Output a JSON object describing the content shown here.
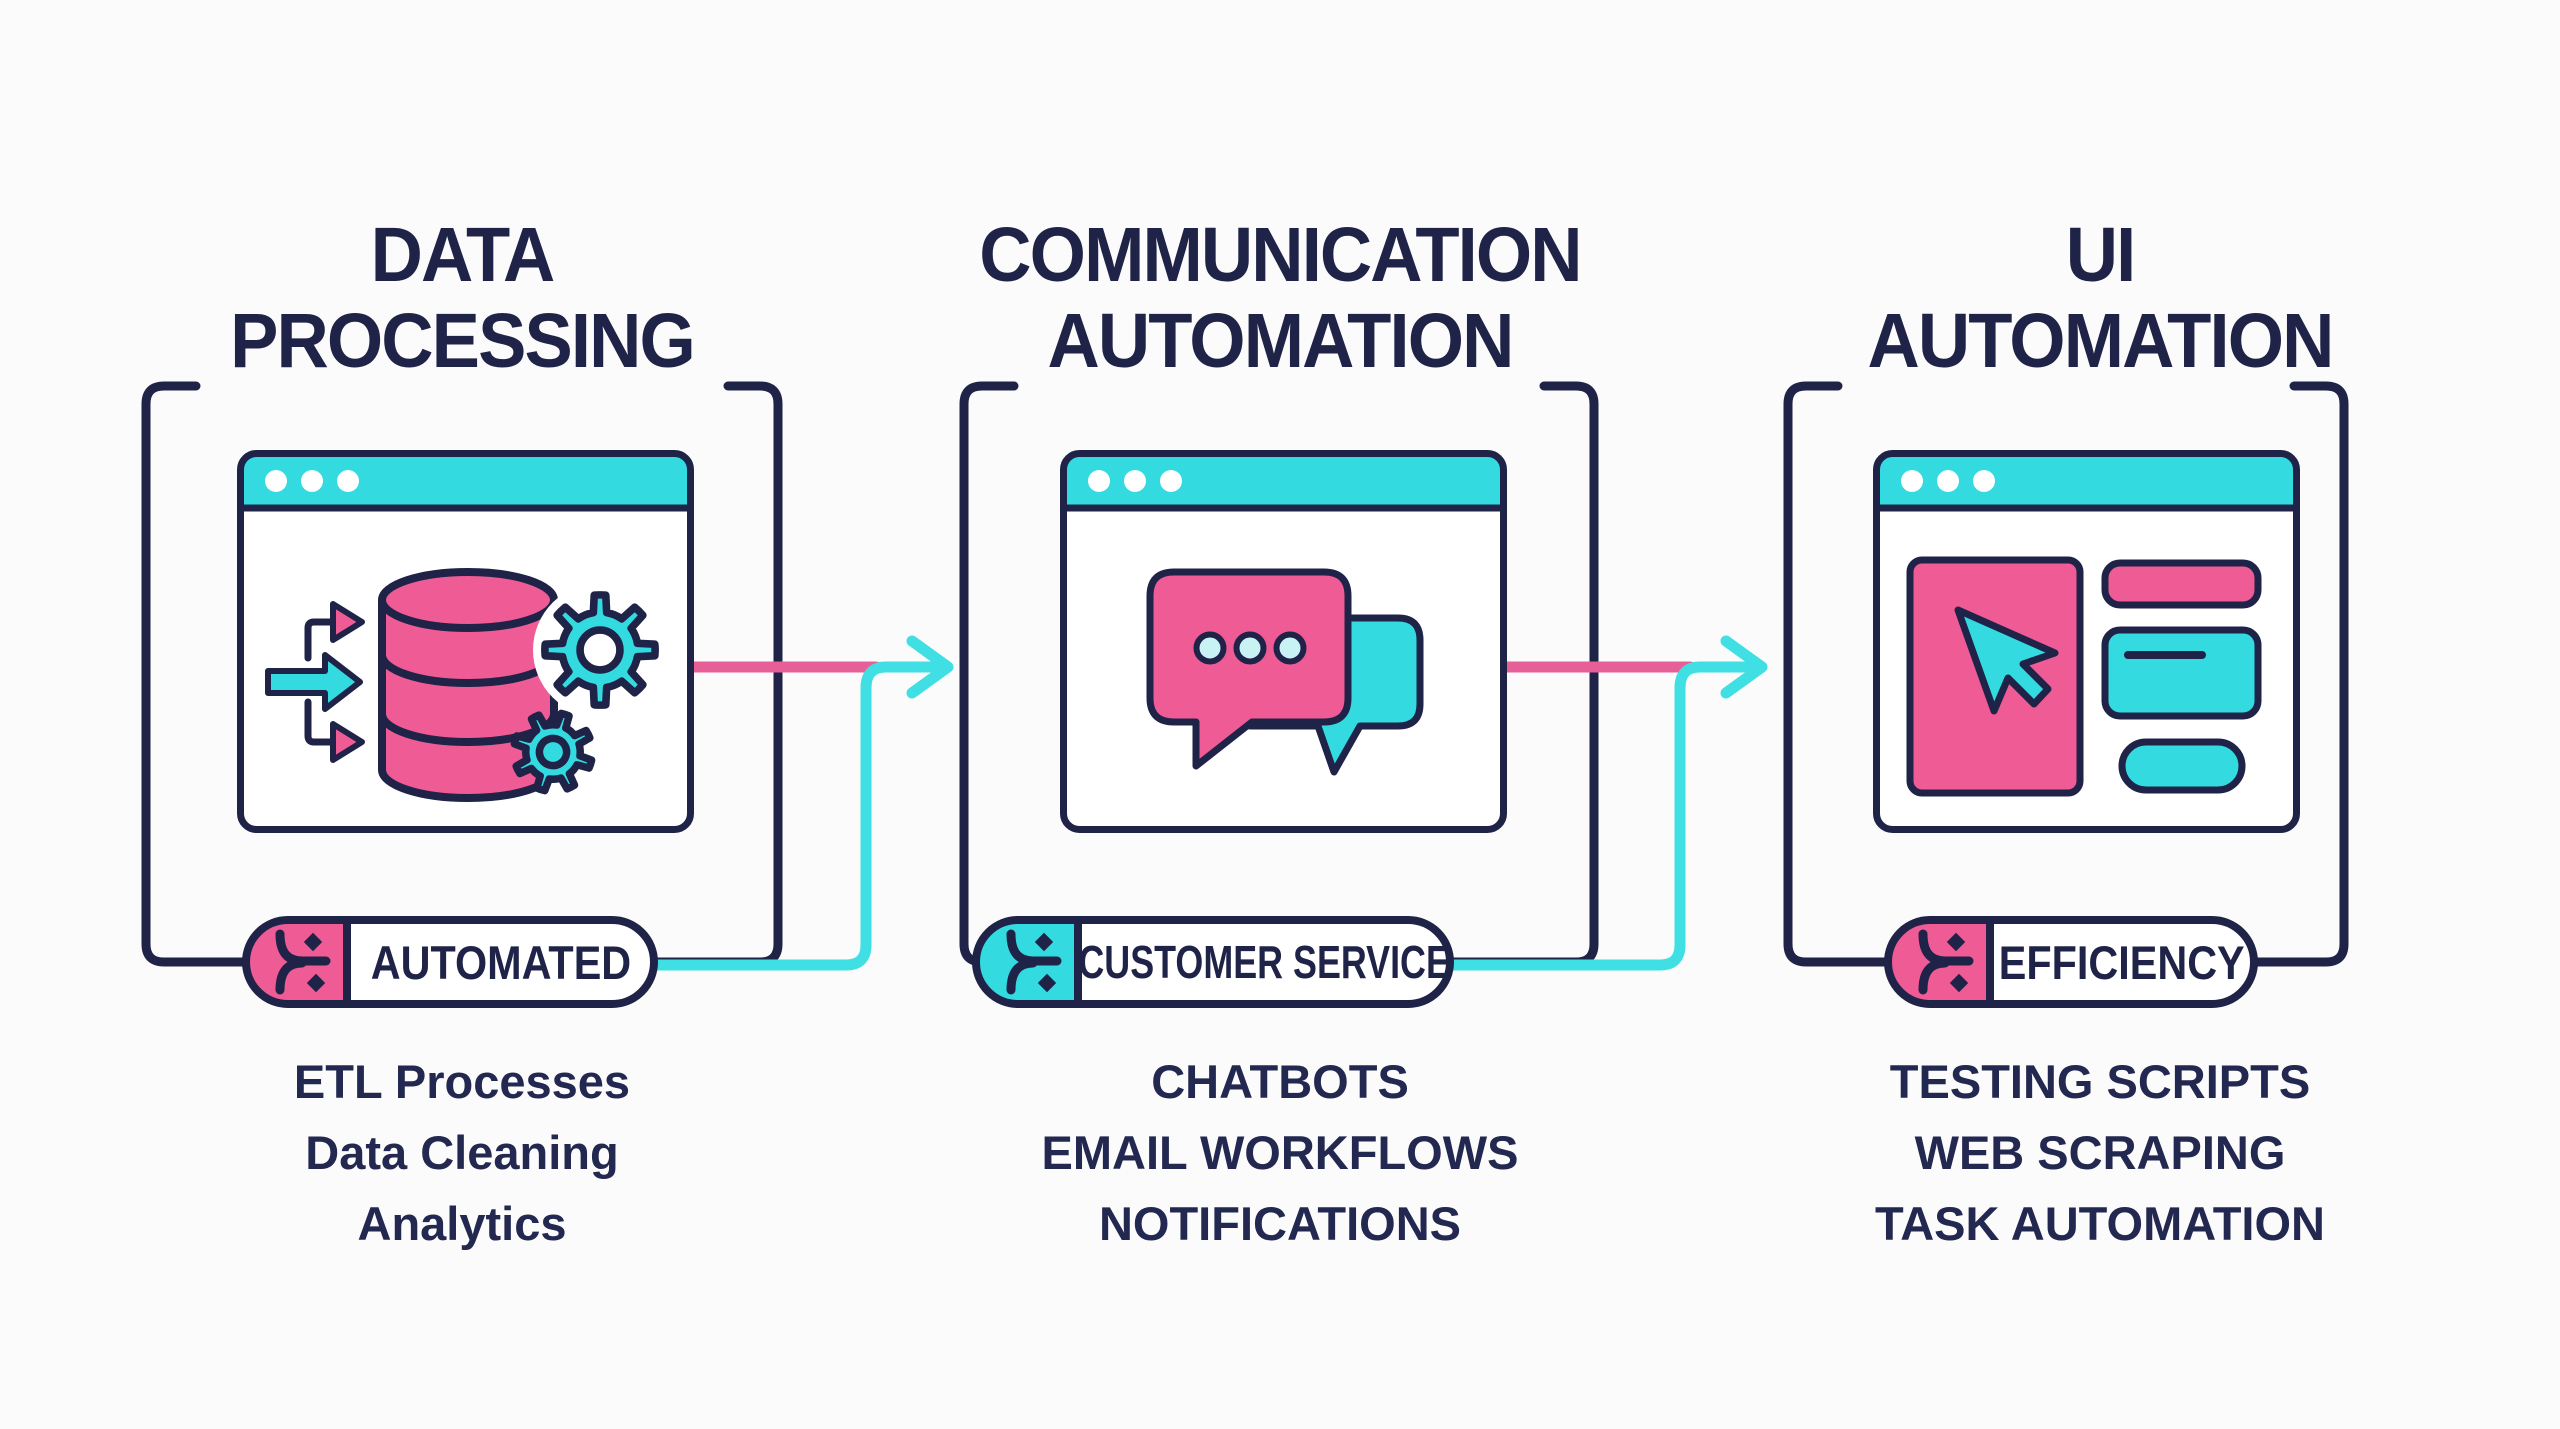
{
  "infographic": {
    "background": "#fbfbfb",
    "colors": {
      "navy": "#1f2347",
      "pink": "#ee5b95",
      "cyan": "#33dbe1",
      "pale_cyan": "#c9f2f5",
      "pink_connector": "#e75f97",
      "cyan_connector": "#3fdfe4",
      "white": "#ffffff"
    },
    "columns": [
      {
        "id": "data-processing",
        "title_lines": [
          "DATA",
          "PROCESSING"
        ],
        "window_icons": [
          "input-arrows-icon",
          "database-icon",
          "gears-icon"
        ],
        "badge": {
          "icon": "branch-icon",
          "accent": "pink",
          "label": "AUTOMATED"
        },
        "items": [
          "ETL Processes",
          "Data Cleaning",
          "Analytics"
        ]
      },
      {
        "id": "communication-automation",
        "title_lines": [
          "COMMUNICATION",
          "AUTOMATION"
        ],
        "window_icons": [
          "chat-bubbles-icon"
        ],
        "badge": {
          "icon": "branch-icon",
          "accent": "cyan",
          "label": "CUSTOMER SERVICE"
        },
        "items": [
          "CHATBOTS",
          "EMAIL WORKFLOWS",
          "NOTIFICATIONS"
        ]
      },
      {
        "id": "ui-automation",
        "title_lines": [
          "UI",
          "AUTOMATION"
        ],
        "window_icons": [
          "cursor-icon",
          "ui-panels-icon"
        ],
        "badge": {
          "icon": "branch-icon",
          "accent": "pink",
          "label": "EFFICIENCY"
        },
        "items": [
          "TESTING SCRIPTS",
          "WEB SCRAPING",
          "TASK AUTOMATION"
        ]
      }
    ],
    "connectors": [
      {
        "from": "data-processing",
        "to": "communication-automation",
        "style": "pink-line-to-cyan-arrow"
      },
      {
        "from": "communication-automation",
        "to": "ui-automation",
        "style": "pink-line-to-cyan-arrow"
      }
    ]
  }
}
